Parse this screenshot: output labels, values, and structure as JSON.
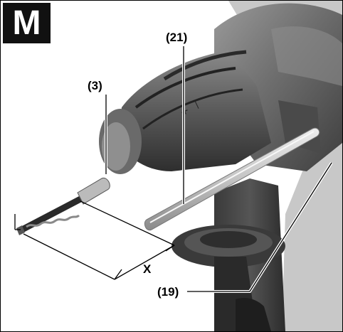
{
  "figure": {
    "badge": "M",
    "callouts": {
      "depth_stop": "(21)",
      "drill_bit": "(3)",
      "side_handle": "(19)",
      "dimension": "X"
    }
  }
}
